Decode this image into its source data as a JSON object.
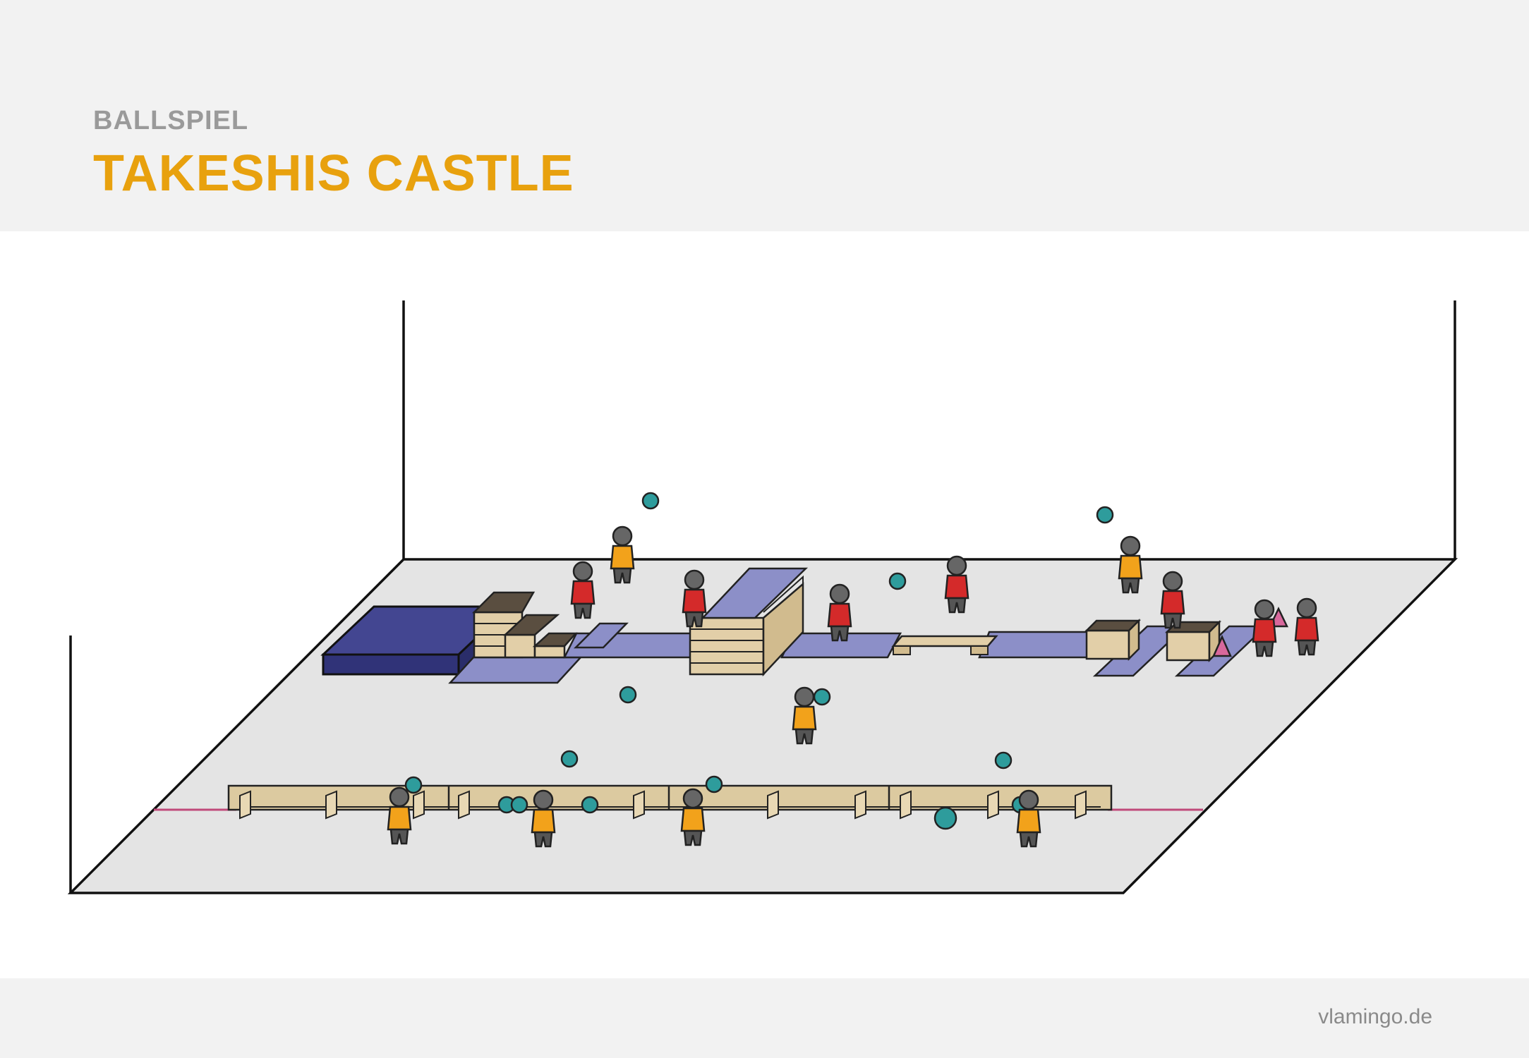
{
  "header": {
    "category": "BALLSPIEL",
    "title": "TAKESHIS CASTLE"
  },
  "footer": {
    "brand": "vlamingo.de"
  },
  "colors": {
    "header_bg": "#f2f2f2",
    "title": "#e8a10e",
    "category": "#9a9a9a",
    "floor": "#e4e4e4",
    "mat": "#8c8fc8",
    "big_mat": "#434691",
    "box_wood": "#e2cfa8",
    "box_top": "#5a4e40",
    "bench": "#dccaa0",
    "ball": "#2e9c9c",
    "team_orange": "#f2a21b",
    "team_red": "#d42a2a",
    "cone": "#d8689c",
    "skin": "#666666"
  }
}
